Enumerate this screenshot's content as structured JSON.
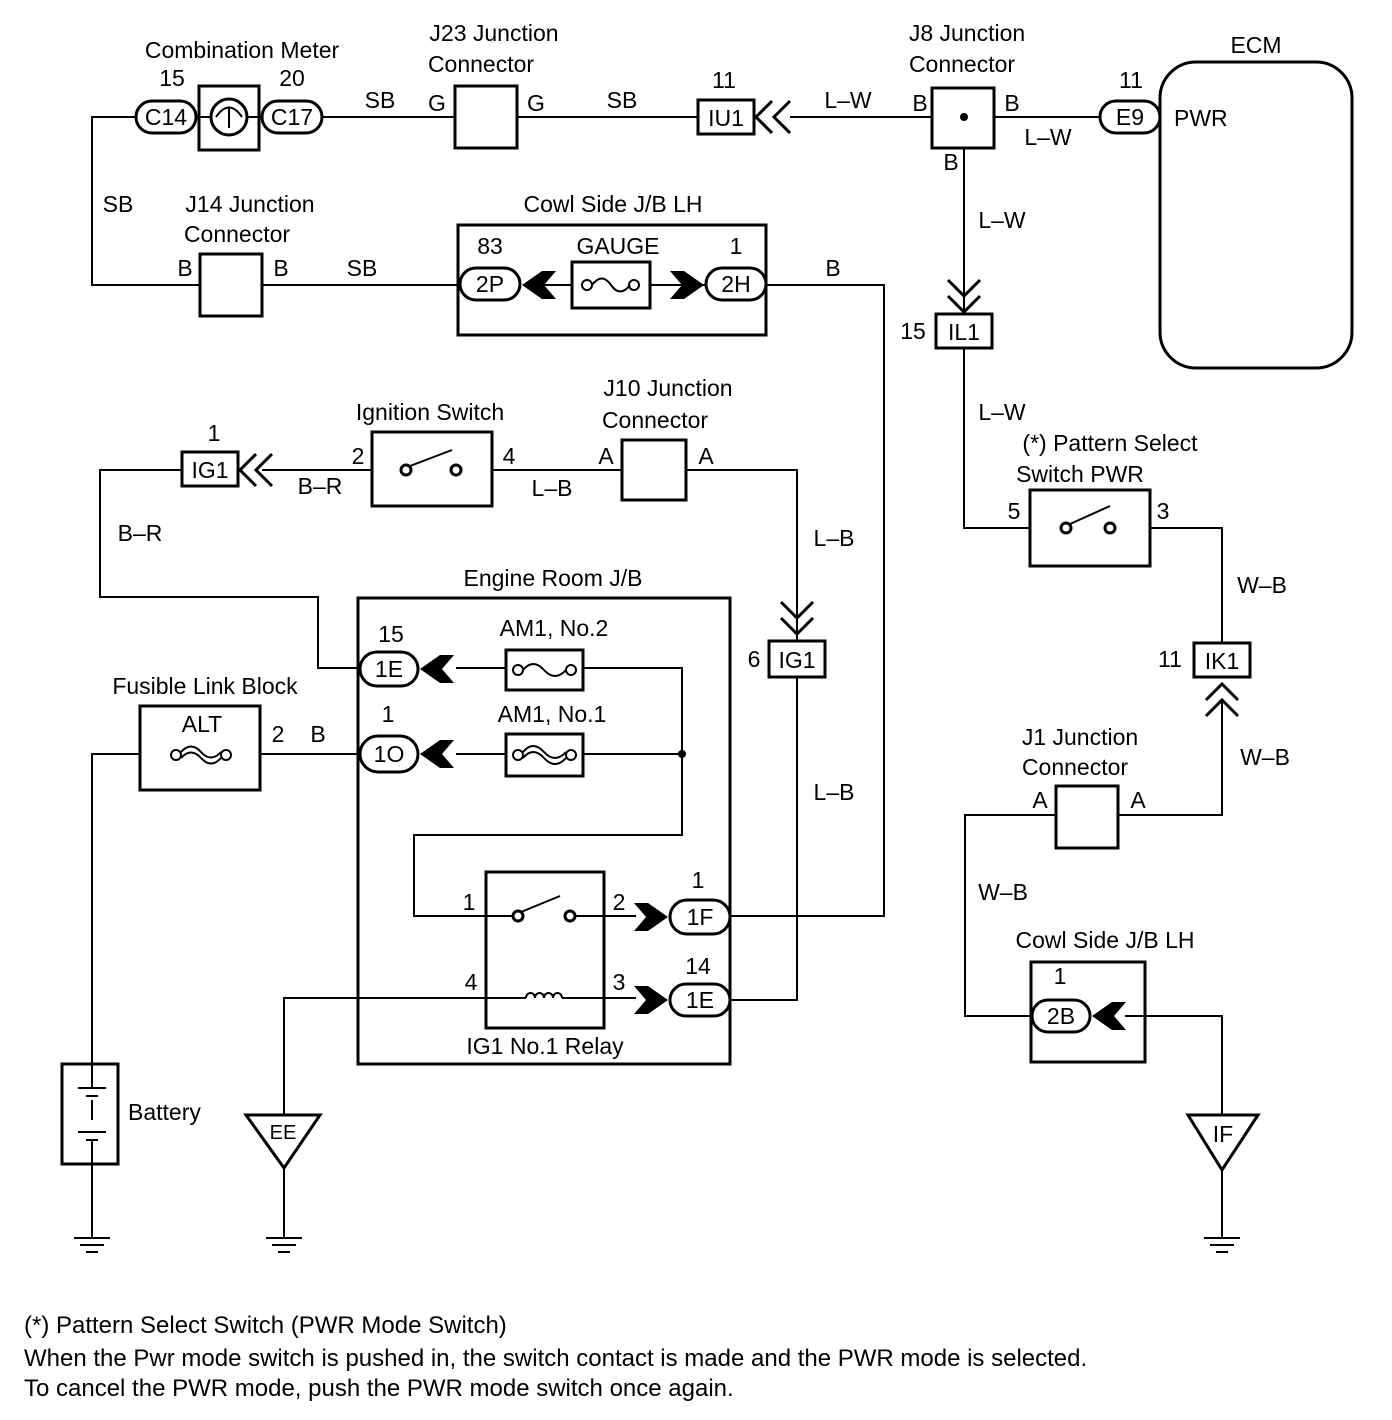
{
  "components": {
    "combination_meter": {
      "title": "Combination Meter",
      "pin_left": "15",
      "pin_right": "20",
      "conn_left": "C14",
      "conn_right": "C17"
    },
    "j23": {
      "title1": "J23 Junction",
      "title2": "Connector",
      "pin_left": "G",
      "pin_right": "G"
    },
    "iu1": {
      "label": "IU1",
      "pin": "11"
    },
    "j8": {
      "title1": "J8 Junction",
      "title2": "Connector",
      "pin_left": "B",
      "pin_right": "B",
      "pin_bottom": "B"
    },
    "ecm": {
      "title": "ECM",
      "conn": "E9",
      "pin": "11",
      "terminal": "PWR"
    },
    "il1": {
      "label": "IL1",
      "pin": "15"
    },
    "j14": {
      "title1": "J14 Junction",
      "title2": "Connector",
      "pin_left": "B",
      "pin_right": "B"
    },
    "cowl_top": {
      "title": "Cowl Side J/B LH",
      "fuse": "GAUGE",
      "pin_left": "83",
      "pin_right": "1",
      "conn_left": "2P",
      "conn_right": "2H"
    },
    "ignition_switch": {
      "title": "Ignition Switch",
      "pin_left": "2",
      "pin_right": "4"
    },
    "ig1_left": {
      "label": "IG1",
      "pin": "1"
    },
    "j10": {
      "title1": "J10 Junction",
      "title2": "Connector",
      "pin_left": "A",
      "pin_right": "A"
    },
    "ig1_right": {
      "label": "IG1",
      "pin": "6"
    },
    "pattern_switch": {
      "title1": "(*) Pattern Select",
      "title2": "Switch PWR",
      "pin_left": "5",
      "pin_right": "3"
    },
    "ik1": {
      "label": "IK1",
      "pin": "11"
    },
    "j1": {
      "title1": "J1 Junction",
      "title2": "Connector",
      "pin_left": "A",
      "pin_right": "A"
    },
    "cowl_right": {
      "title": "Cowl Side J/B LH",
      "pin": "1",
      "conn": "2B"
    },
    "engine_room": {
      "title": "Engine Room J/B",
      "fuse1": "AM1, No.2",
      "fuse2": "AM1, No.1",
      "conn1": "1E",
      "pin1": "15",
      "conn2": "1O",
      "pin2": "1",
      "conn3": "1F",
      "pin3": "1",
      "conn4": "1E",
      "pin4": "14"
    },
    "relay": {
      "title": "IG1 No.1 Relay",
      "pin1": "1",
      "pin2": "2",
      "pin3": "3",
      "pin4": "4"
    },
    "fusible_link": {
      "title": "Fusible Link Block",
      "fuse": "ALT",
      "pin": "2",
      "wire": "B"
    },
    "battery": {
      "title": "Battery"
    },
    "grounds": [
      "EE",
      "IF"
    ]
  },
  "wires": {
    "sb1": "SB",
    "sb2": "SB",
    "sb3": "SB",
    "sb4": "SB",
    "lw1": "L–W",
    "lw2": "L–W",
    "lw3": "L–W",
    "lw4": "L–W",
    "b1": "B",
    "br1": "B–R",
    "br2": "B–R",
    "lb1": "L–B",
    "lb2": "L–B",
    "lb3": "L–B",
    "wb1": "W–B",
    "wb2": "W–B",
    "wb3": "W–B"
  },
  "notes": [
    "(*) Pattern Select Switch (PWR Mode Switch)",
    "When the Pwr mode switch is pushed in, the switch contact is made and the PWR mode is selected.",
    "To cancel the PWR mode, push the PWR mode switch once again."
  ]
}
